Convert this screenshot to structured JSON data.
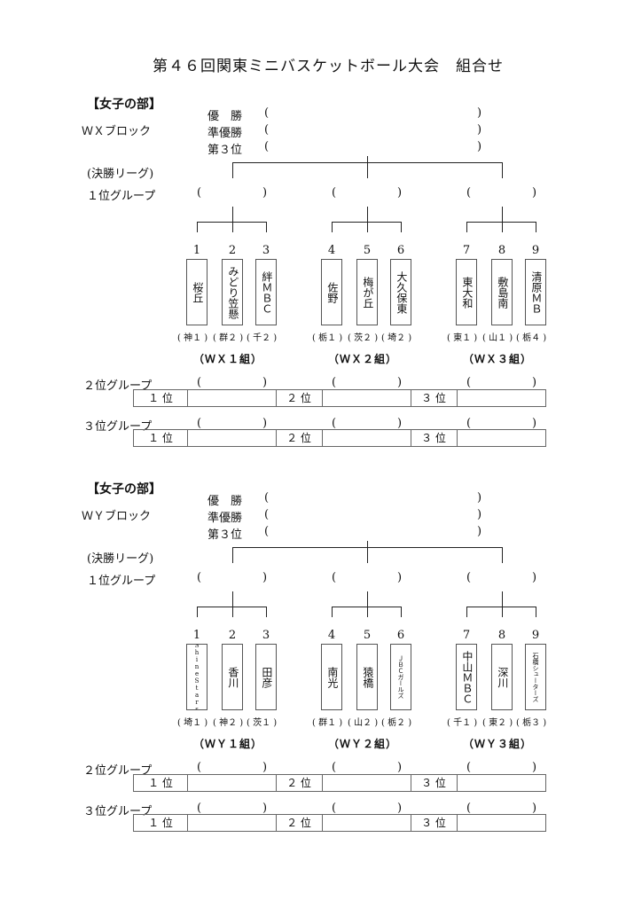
{
  "title": "第４６回関東ミニバスケットボール大会　組合せ",
  "labels": {
    "women_section": "【女子の部】",
    "winner": "優　勝",
    "runner_up": "準優勝",
    "third": "第３位",
    "final_league": "(決勝リーグ)",
    "group1": "１位グループ",
    "group2": "２位グループ",
    "group3": "３位グループ",
    "open_paren": "(",
    "close_paren": ")",
    "place1": "１ 位",
    "place2": "２ 位",
    "place3": "３ 位"
  },
  "blocks": [
    {
      "name": "ＷＸブロック",
      "groups": [
        {
          "name": "（ＷＸ１組）",
          "teams": [
            {
              "num": "1",
              "name": "桜丘",
              "pref": "( 神１ )"
            },
            {
              "num": "2",
              "name": "みどり笠懸",
              "pref": "( 群２ )"
            },
            {
              "num": "3",
              "name": "絆ＭＢＣ",
              "pref": "( 千２ )"
            }
          ]
        },
        {
          "name": "（ＷＸ２組）",
          "teams": [
            {
              "num": "4",
              "name": "佐野",
              "pref": "( 栃１ )"
            },
            {
              "num": "5",
              "name": "梅が丘",
              "pref": "( 茨２ )"
            },
            {
              "num": "6",
              "name": "大久保東",
              "pref": "( 埼２ )"
            }
          ]
        },
        {
          "name": "（ＷＸ３組）",
          "teams": [
            {
              "num": "7",
              "name": "東大和",
              "pref": "( 東１ )"
            },
            {
              "num": "8",
              "name": "敷島南",
              "pref": "( 山１ )"
            },
            {
              "num": "9",
              "name": "清原ＭＢ",
              "pref": "( 栃４ )"
            }
          ]
        }
      ]
    },
    {
      "name": "ＷＹブロック",
      "groups": [
        {
          "name": "（ＷＹ１組）",
          "teams": [
            {
              "num": "1",
              "name": "ShineStars",
              "pref": "( 埼１ )"
            },
            {
              "num": "2",
              "name": "香川",
              "pref": "( 神２ )"
            },
            {
              "num": "3",
              "name": "田彦",
              "pref": "( 茨１ )"
            }
          ]
        },
        {
          "name": "（ＷＹ２組）",
          "teams": [
            {
              "num": "4",
              "name": "南光",
              "pref": "( 群１ )"
            },
            {
              "num": "5",
              "name": "猿橋",
              "pref": "( 山２ )"
            },
            {
              "num": "6",
              "name": "ＪＢＣガールズ",
              "pref": "( 栃２ )"
            }
          ]
        },
        {
          "name": "（ＷＹ３組）",
          "teams": [
            {
              "num": "7",
              "name": "中山ＭＢＣ",
              "pref": "( 千１ )"
            },
            {
              "num": "8",
              "name": "深川",
              "pref": "( 東２ )"
            },
            {
              "num": "9",
              "name": "石橋シューターズ",
              "pref": "( 栃３ )"
            }
          ]
        }
      ]
    }
  ]
}
